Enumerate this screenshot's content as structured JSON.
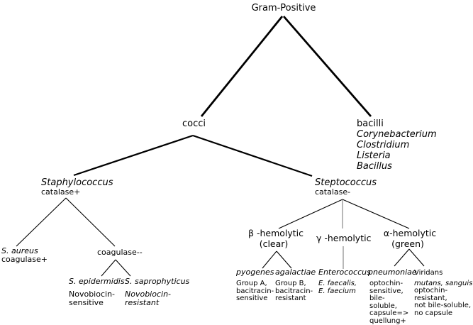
{
  "colors": {
    "edge": "#000000",
    "edge_secondary": "#9a9a9a",
    "text": "#000000",
    "background": "#ffffff"
  },
  "nodes": {
    "gram_positive": {
      "label": "Gram-Positive"
    },
    "cocci": {
      "label": "cocci"
    },
    "bacilli": {
      "label": "bacilli",
      "genera": [
        "Corynebacterium",
        "Clostridium",
        "Listeria",
        "Bacillus"
      ]
    },
    "staphylococcus": {
      "name": "Staphylococcus",
      "test": "catalase+"
    },
    "steptococcus": {
      "name": "Steptococcus",
      "test": "catalase-"
    },
    "s_aureus": {
      "name": "S. aureus",
      "test": "coagulase+"
    },
    "coagulase_negative": {
      "label": "coagulase--"
    },
    "s_epidermidis": {
      "name": "S. epidermidis",
      "traits": [
        "Novobiocin-",
        "sensitive"
      ]
    },
    "s_saprophyticus": {
      "name": "S. saprophyticus",
      "traits": [
        "Novobiocin-",
        "resistant"
      ]
    },
    "beta_hemolytic": {
      "label": "β -hemolytic",
      "sub": "(clear)"
    },
    "gamma_hemolytic": {
      "label": "γ -hemolytic"
    },
    "alpha_hemolytic": {
      "label": "α-hemolytic",
      "sub": "(green)"
    },
    "pyogenes": {
      "name": "pyogenes",
      "traits": [
        "Group A,",
        "bacitracin-",
        "sensitive"
      ]
    },
    "agalactiae": {
      "name": "agalactiae",
      "traits": [
        "Group B,",
        "bacitracin-",
        "resistant"
      ]
    },
    "enterococcus": {
      "name": "Enterococcus",
      "traits": [
        "E. faecalis,",
        "E. faecium"
      ]
    },
    "pneumoniae": {
      "name": "pneumoniae",
      "traits": [
        "optochin-",
        "sensitive,",
        "bile-",
        "soluble,",
        "capsule=>",
        "quellung+"
      ]
    },
    "viridans": {
      "name": "Viridans",
      "species": "mutans, sanguis",
      "traits": [
        "optochin-",
        "resistant,",
        "not bile-soluble,",
        "no capsule"
      ]
    }
  }
}
